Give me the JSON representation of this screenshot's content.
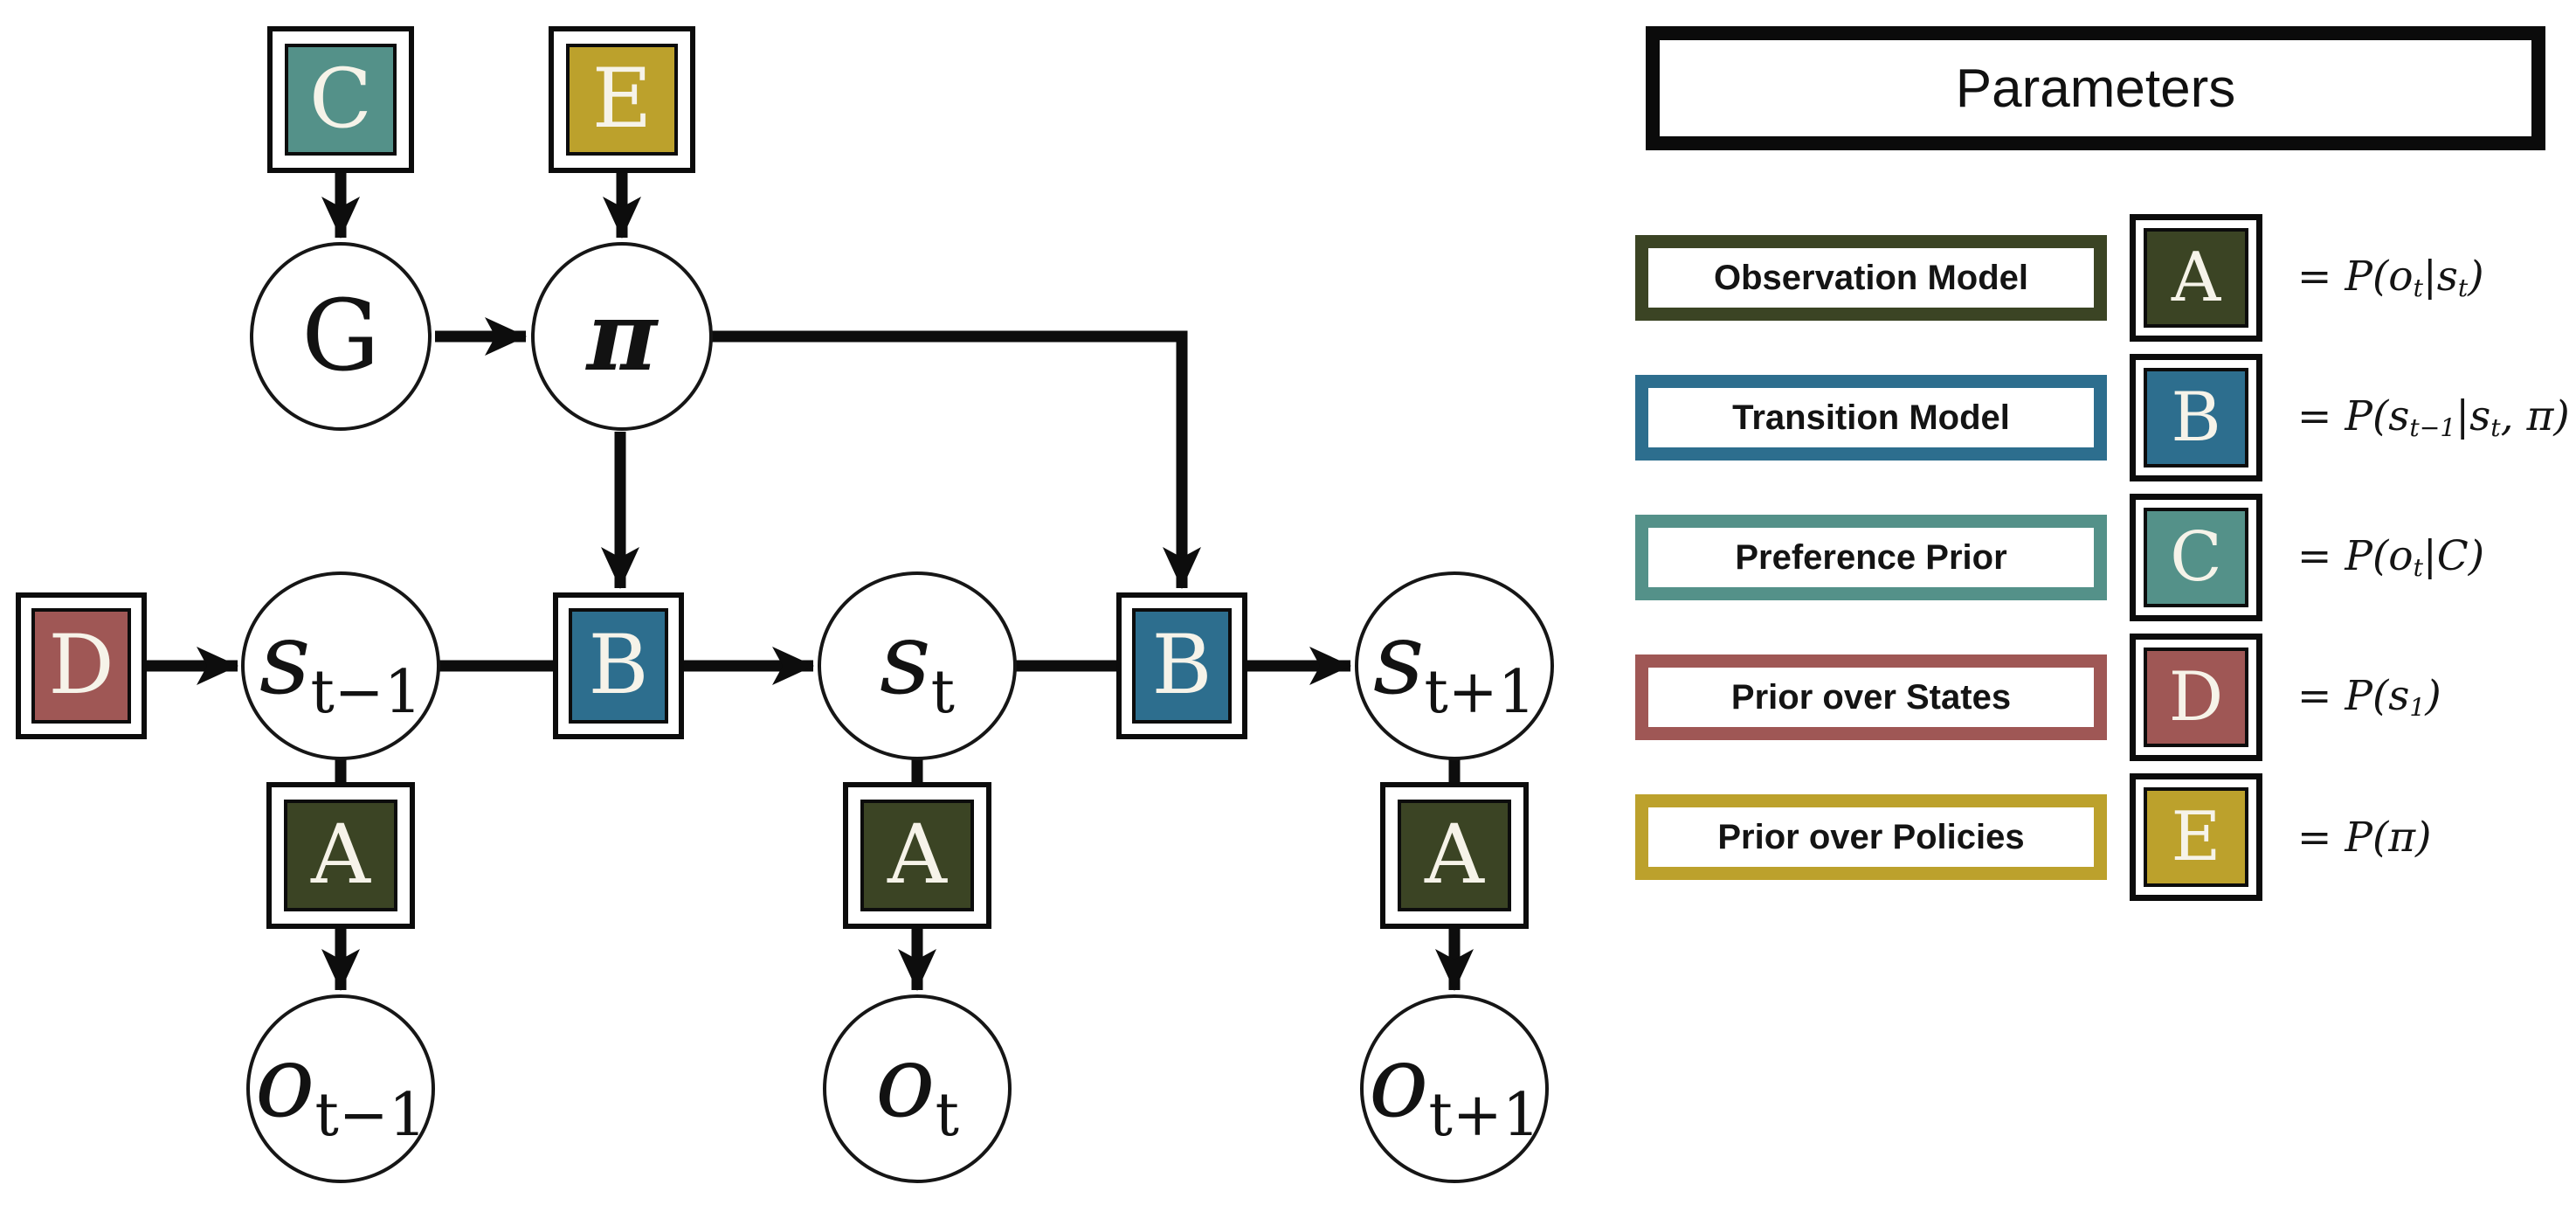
{
  "colors": {
    "observation_model": "#3B4424",
    "transition_model": "#2D6E8E",
    "preference_prior": "#549189",
    "prior_over_states": "#9F5755",
    "prior_over_policies": "#BCA12C",
    "edge": "#0d0d0d"
  },
  "diagram": {
    "nodes": {
      "C": {
        "label": "C"
      },
      "E": {
        "label": "E"
      },
      "G": {
        "label": "G"
      },
      "pi": {
        "label": "π"
      },
      "D": {
        "label": "D"
      },
      "B1": {
        "label": "B"
      },
      "B2": {
        "label": "B"
      },
      "A1": {
        "label": "A"
      },
      "A2": {
        "label": "A"
      },
      "A3": {
        "label": "A"
      },
      "s_prev": {
        "base": "s",
        "sub": "t−1"
      },
      "s_t": {
        "base": "s",
        "sub": "t"
      },
      "s_next": {
        "base": "s",
        "sub": "t+1"
      },
      "o_prev": {
        "base": "o",
        "sub": "t−1"
      },
      "o_t": {
        "base": "o",
        "sub": "t"
      },
      "o_next": {
        "base": "o",
        "sub": "t+1"
      }
    }
  },
  "legend": {
    "title": "Parameters",
    "rows": [
      {
        "label": "Observation Model",
        "letter": "A",
        "color": "#3B4424",
        "formula": [
          {
            "t": "= P(o"
          },
          {
            "sub": "t"
          },
          {
            "t": "|s"
          },
          {
            "sub": "t"
          },
          {
            "t": ")"
          }
        ]
      },
      {
        "label": "Transition Model",
        "letter": "B",
        "color": "#2D6E8E",
        "formula": [
          {
            "t": "= P(s"
          },
          {
            "sub": "t−1"
          },
          {
            "t": "|s"
          },
          {
            "sub": "t"
          },
          {
            "t": ", π)"
          }
        ]
      },
      {
        "label": "Preference Prior",
        "letter": "C",
        "color": "#549189",
        "formula": [
          {
            "t": "= P(o"
          },
          {
            "sub": "t"
          },
          {
            "t": "|C)"
          }
        ]
      },
      {
        "label": "Prior over States",
        "letter": "D",
        "color": "#9F5755",
        "formula": [
          {
            "t": "= P(s"
          },
          {
            "sub": "1"
          },
          {
            "t": ")"
          }
        ]
      },
      {
        "label": "Prior over Policies",
        "letter": "E",
        "color": "#BCA12C",
        "formula": [
          {
            "t": "= P(π)"
          }
        ]
      }
    ]
  }
}
